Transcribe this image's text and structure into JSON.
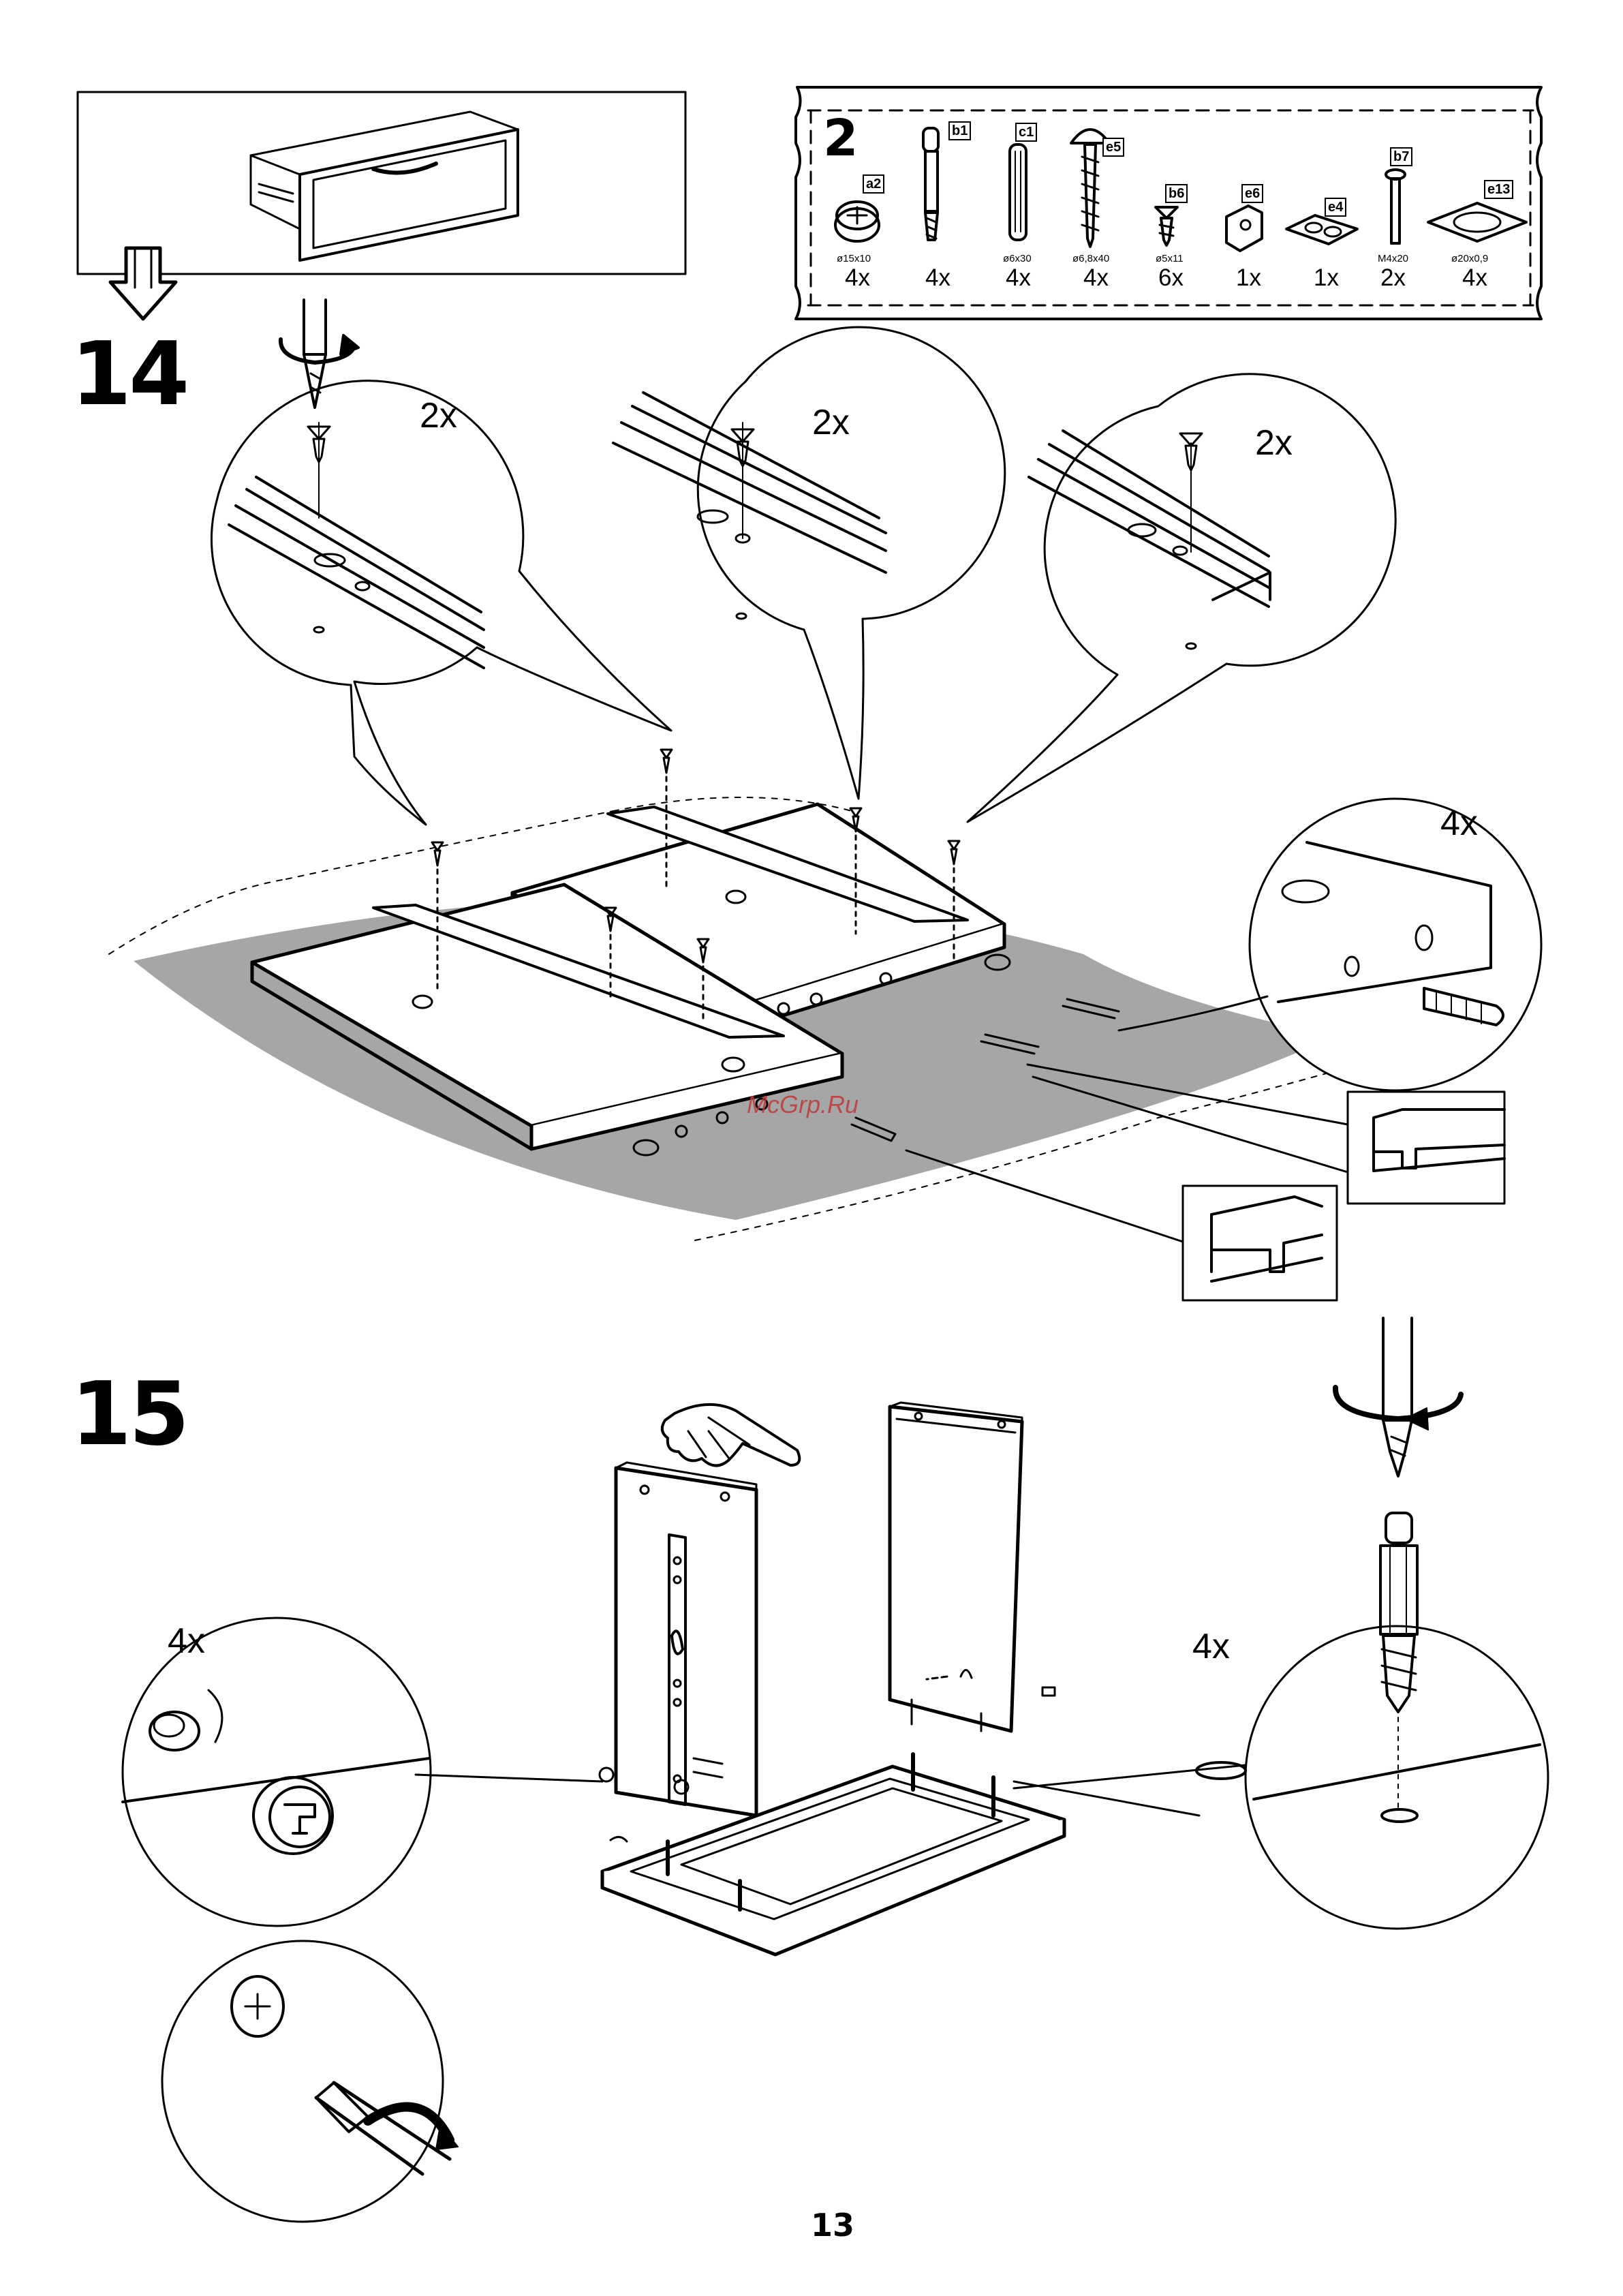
{
  "fitting_bag": {
    "number": "2",
    "parts": [
      {
        "id": "a2",
        "size": "ø15x10",
        "qty": "4x"
      },
      {
        "id": "b1",
        "size": "",
        "qty": "4x"
      },
      {
        "id": "c1",
        "size": "ø6x30",
        "qty": "4x"
      },
      {
        "id": "e5",
        "size": "ø6,8x40",
        "qty": "4x"
      },
      {
        "id": "b6",
        "size": "ø5x11",
        "qty": "6x"
      },
      {
        "id": "e6",
        "size": "",
        "qty": "1x"
      },
      {
        "id": "e4",
        "size": "",
        "qty": "1x"
      },
      {
        "id": "b7",
        "size": "M4x20",
        "qty": "2x"
      },
      {
        "id": "e13",
        "size": "ø20x0,9",
        "qty": "4x"
      }
    ]
  },
  "step14": {
    "number": "14",
    "detail_counts": [
      "2x",
      "2x",
      "2x",
      "4x"
    ]
  },
  "step15": {
    "number": "15",
    "detail_counts": [
      "4x",
      "4x"
    ]
  },
  "watermark": "McGrp.Ru",
  "page_number": "13"
}
